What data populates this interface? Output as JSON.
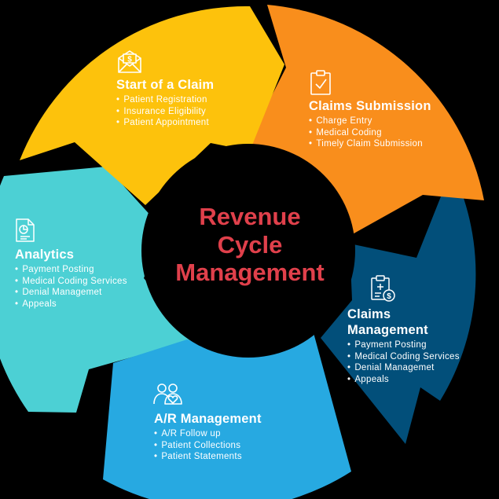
{
  "center": {
    "line1": "Revenue",
    "line2": "Cycle",
    "line3": "Management",
    "color": "#e0404b"
  },
  "segments": [
    {
      "key": "start",
      "title": "Start of a Claim",
      "color": "#fdc20c",
      "icon": "envelope-dollar-icon",
      "items": [
        "Patient Registration",
        "Insurance Eligibility",
        "Patient Appointment"
      ]
    },
    {
      "key": "submission",
      "title": "Claims Submission",
      "color": "#f98e1c",
      "icon": "clipboard-check-icon",
      "items": [
        "Charge Entry",
        "Medical Coding",
        "Timely Claim Submission"
      ]
    },
    {
      "key": "management",
      "title_line1": "Claims",
      "title_line2": "Management",
      "color": "#024f7a",
      "icon": "clipboard-dollar-icon",
      "items": [
        "Payment Posting",
        "Medical Coding Services",
        "Denial Managemet",
        "Appeals"
      ]
    },
    {
      "key": "ar",
      "title": "A/R Management",
      "color": "#27a9e1",
      "icon": "people-heart-icon",
      "items": [
        "A/R Follow up",
        "Patient Collections",
        "Patient Statements"
      ]
    },
    {
      "key": "analytics",
      "title": "Analytics",
      "color": "#4cd0d4",
      "icon": "report-chart-icon",
      "items": [
        "Payment Posting",
        "Medical Coding Services",
        "Denial Managemet",
        "Appeals"
      ]
    }
  ]
}
